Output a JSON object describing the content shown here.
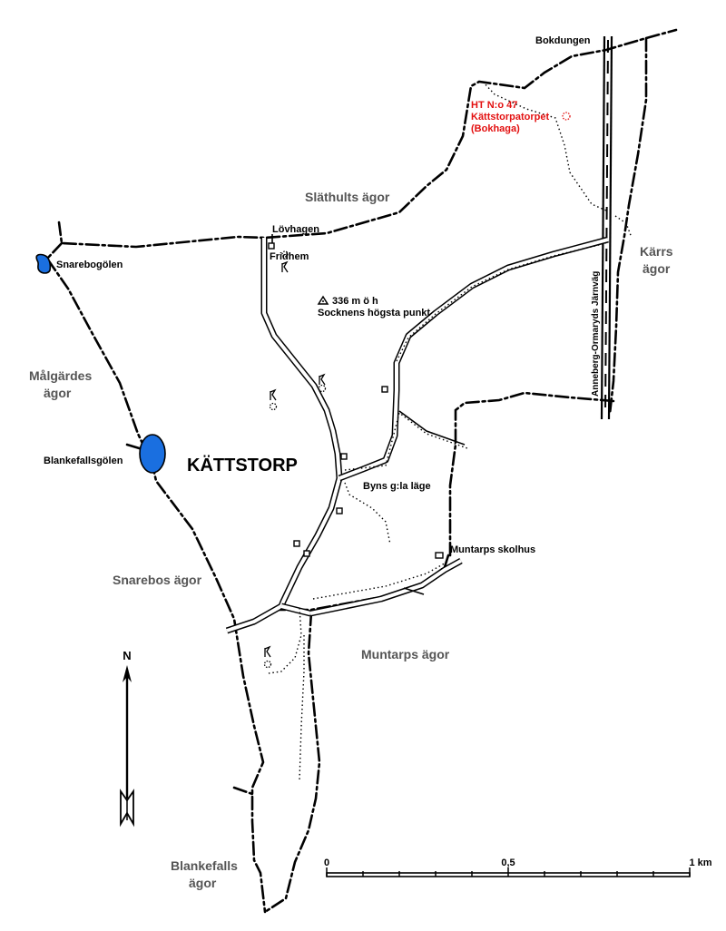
{
  "colors": {
    "water": "#1a6fe0",
    "ink": "#000000",
    "highlight": "#e31010",
    "label_gray": "#555555"
  },
  "places": {
    "bokdungen": "Bokdungen",
    "lovhagen": "Lövhagen",
    "fridhem": "Fridhem",
    "snarebogolen": "Snarebogölen",
    "blankefallsgolen": "Blankefallsgölen",
    "kattstorp": "KÄTTSTORP",
    "byns_lage": "Byns g:la läge",
    "muntarps_skolhus": "Muntarps skolhus",
    "railway": "Anneberg-Ormaryds Järnväg"
  },
  "areas": {
    "slathults": "Släthults ägor",
    "karrs_1": "Kärrs",
    "karrs_2": "ägor",
    "malgardes_1": "Målgärdes",
    "malgardes_2": "ägor",
    "snarebos": "Snarebos ägor",
    "muntarps": "Muntarps ägor",
    "blankefalls_1": "Blankefalls",
    "blankefalls_2": "ägor"
  },
  "highlight": {
    "line1": "HT N:o 47",
    "line2": "Kättstorpatorpet",
    "line3": "(Bokhaga)"
  },
  "summit": {
    "line1": "336 m ö h",
    "line2": "Socknens högsta punkt"
  },
  "north_label": "N",
  "scale": {
    "start": "0",
    "mid": "0,5",
    "end": "1 km"
  }
}
